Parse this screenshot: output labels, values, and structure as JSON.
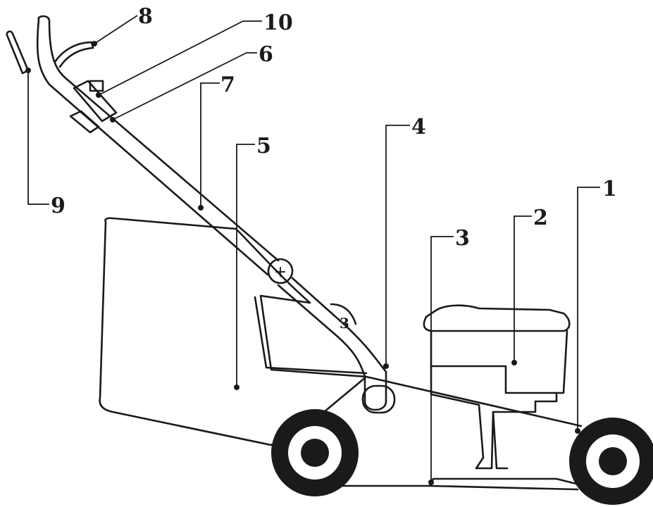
{
  "callouts": {
    "c1": "1",
    "c2": "2",
    "c3": "3",
    "c3b": "3",
    "c4": "4",
    "c5": "5",
    "c6": "6",
    "c7": "7",
    "c8": "8",
    "c9": "9",
    "c10": "10"
  },
  "knob_symbol": "+"
}
